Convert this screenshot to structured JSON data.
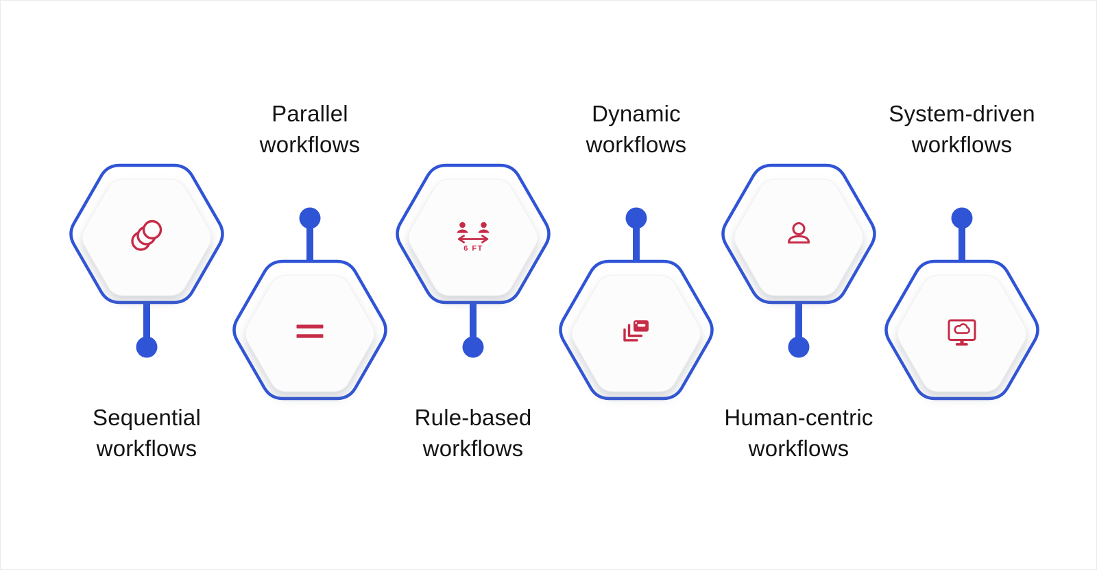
{
  "page": {
    "background": "#ffffff",
    "border_color": "#ebebeb",
    "title": "Types of workflows diagram"
  },
  "colors": {
    "accent_blue": "#3054d6",
    "accent_red": "#c62b47",
    "text": "#141414",
    "hexagon_fill": "#ffffff",
    "inner_hexagon_fill": "#fcfcfc"
  },
  "nodes": [
    {
      "label": "Sequential workflows",
      "label_lines": [
        "Sequential",
        "workflows"
      ],
      "icon": "stacked-circles-icon",
      "hexagon_position": "top",
      "label_position": "bottom"
    },
    {
      "label": "Parallel workflows",
      "label_lines": [
        "Parallel",
        "workflows"
      ],
      "icon": "equals-icon",
      "hexagon_position": "bottom",
      "label_position": "top"
    },
    {
      "label": "Rule-based workflows",
      "label_lines": [
        "Rule-based",
        "workflows"
      ],
      "icon": "social-distance-icon",
      "icon_text": "6 FT",
      "hexagon_position": "top",
      "label_position": "bottom"
    },
    {
      "label": "Dynamic workflows",
      "label_lines": [
        "Dynamic",
        "workflows"
      ],
      "icon": "cascading-windows-icon",
      "hexagon_position": "bottom",
      "label_position": "top"
    },
    {
      "label": "Human-centric workflows",
      "label_lines": [
        "Human-centric",
        "workflows"
      ],
      "icon": "person-icon",
      "hexagon_position": "top",
      "label_position": "bottom"
    },
    {
      "label": "System-driven workflows",
      "label_lines": [
        "System-driven",
        "workflows"
      ],
      "icon": "monitor-cloud-icon",
      "hexagon_position": "bottom",
      "label_position": "top"
    }
  ]
}
